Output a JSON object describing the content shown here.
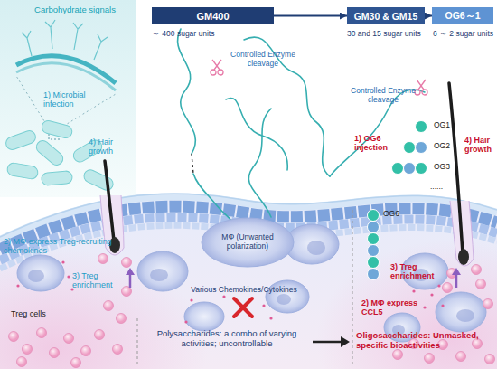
{
  "diagram": {
    "nodes": [
      {
        "text": [
          "GM400",
          "～ 400 sugar units"
        ]
      },
      {
        "text": [
          "GM30 & GM15",
          "30 and 15 sugar units"
        ]
      },
      {
        "text": [
          "OG6～1",
          "6 ～ 2 sugar units"
        ]
      },
      {
        "text": [
          "MΦ (Unwanted polarization)"
        ]
      }
    ],
    "edges": [
      {
        "from": 0,
        "to": 1,
        "arrow": "to"
      },
      {
        "from": 1,
        "to": 2,
        "arrow": "to"
      }
    ],
    "labels": [
      "Carbohydrate signals",
      "Controlled Enzyme cleavage",
      "1) Microbial infection",
      "4) Hair growth",
      "Controlled Enzyme cleavage",
      "OG1",
      "OG2",
      "OG3",
      "......",
      "1) OG6 injection",
      "4) Hair growth",
      "OG6",
      "2) MΦ express Treg-recruiting chemokines",
      "3) Treg enrichment",
      "3) Treg enrichment",
      "Various Chemokines/Cytokines",
      "2) MΦ express CCL5",
      "Treg cells",
      "Polysaccharides: a combo of varying activities; uncontrollable",
      "Oligosaccharides: Unmasked, specific bioactivities"
    ]
  }
}
